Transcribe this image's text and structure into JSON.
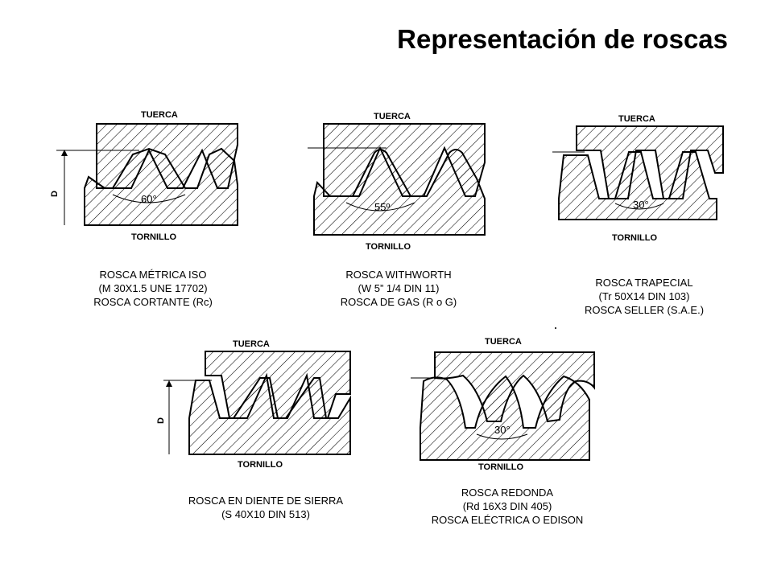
{
  "title": "Representación de roscas",
  "common": {
    "nut_label": "TUERCA",
    "screw_label": "TORNILLO",
    "diameter_label": "D"
  },
  "threads": [
    {
      "angle": "60°",
      "lines": [
        "ROSCA MÉTRICA ISO",
        "(M 30X1.5 UNE 17702)",
        "ROSCA CORTANTE (Rc)"
      ]
    },
    {
      "angle": "55º",
      "lines": [
        "ROSCA WITHWORTH",
        "(W 5” 1/4 DIN 11)",
        "ROSCA DE GAS (R o G)"
      ]
    },
    {
      "angle": "30°",
      "lines": [
        "ROSCA TRAPECIAL",
        "(Tr 50X14 DIN 103)",
        "ROSCA SELLER (S.A.E.)"
      ]
    },
    {
      "angle": "",
      "lines": [
        "ROSCA EN DIENTE DE SIERRA",
        "(S 40X10 DIN 513)"
      ]
    },
    {
      "angle": "30°",
      "lines": [
        "ROSCA REDONDA",
        "(Rd 16X3 DIN 405)",
        "ROSCA ELÉCTRICA O EDISON"
      ]
    }
  ]
}
